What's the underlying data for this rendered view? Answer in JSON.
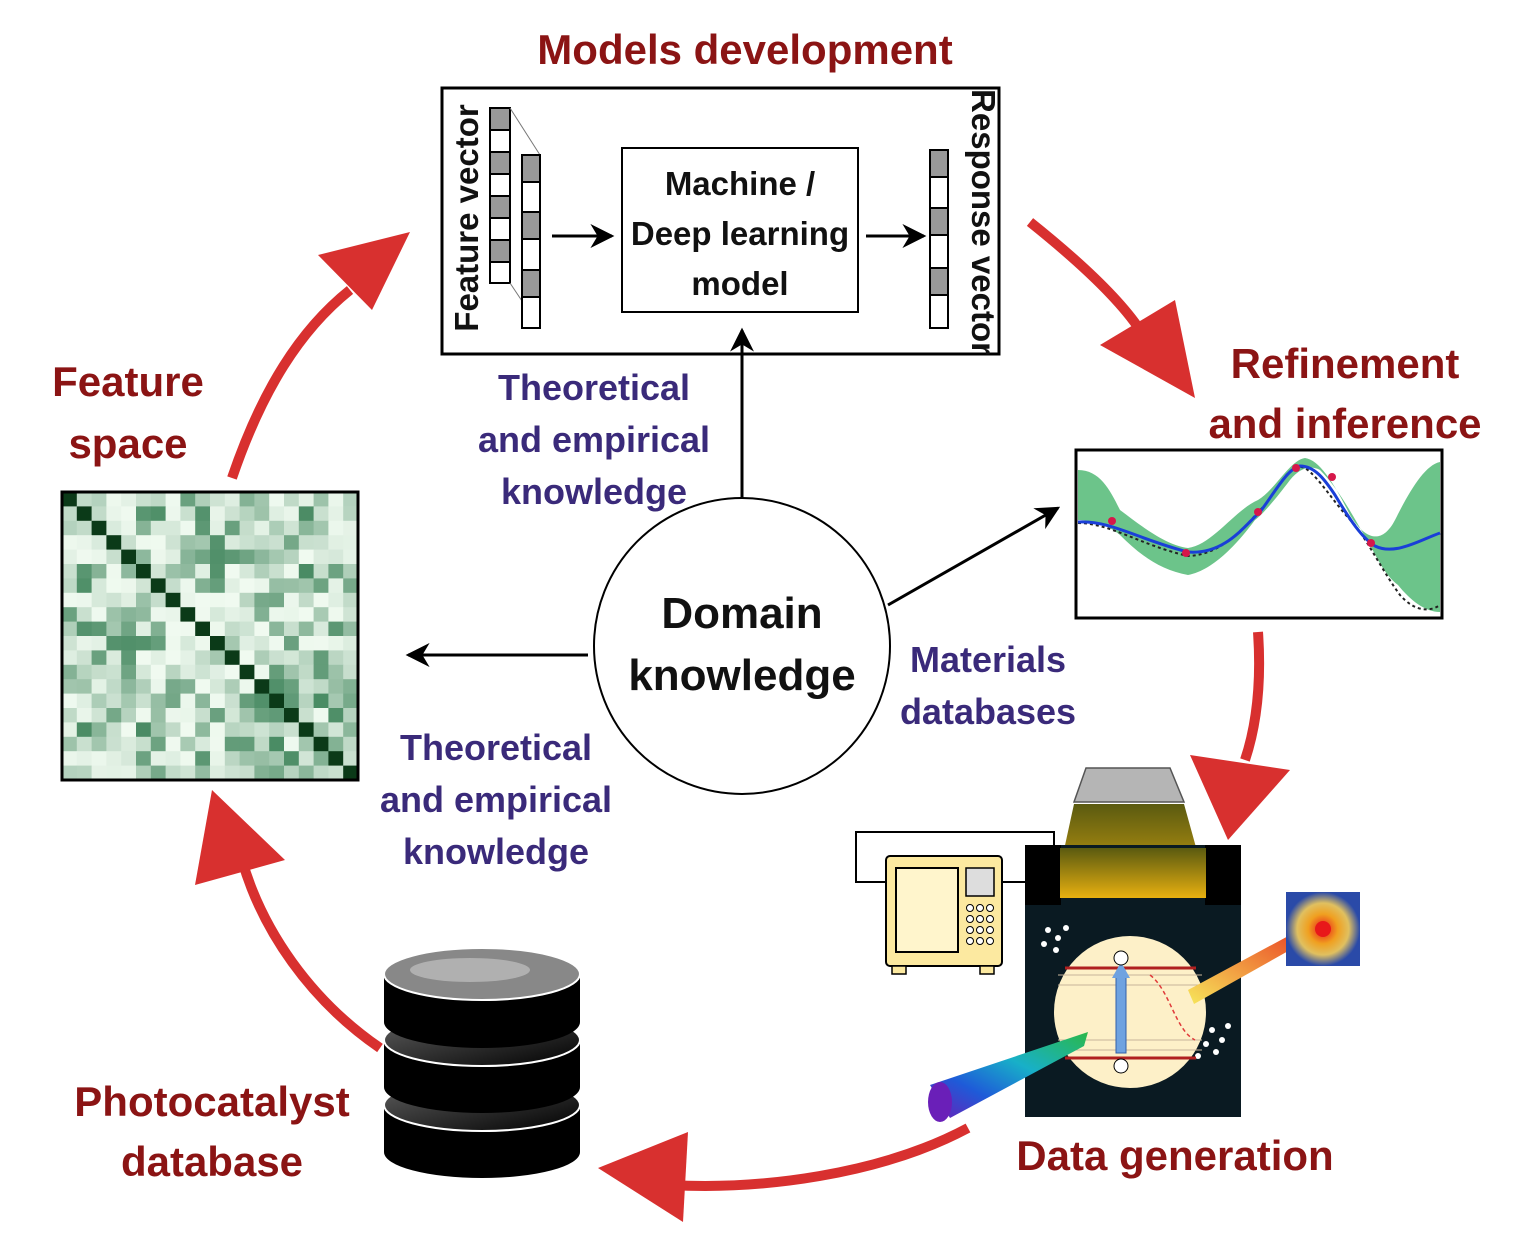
{
  "stages": {
    "models_development": "Models development",
    "refinement": [
      "Refinement",
      "and inference"
    ],
    "feature_space": [
      "Feature",
      "space"
    ],
    "photocatalyst_database": [
      "Photocatalyst",
      "database"
    ],
    "data_generation": "Data generation"
  },
  "center": [
    "Domain",
    "knowledge"
  ],
  "model_box": {
    "feature_vector": "Feature vector",
    "model": [
      "Machine /",
      "Deep learning",
      "model"
    ],
    "response_vector": "Response vector"
  },
  "knowledge_labels": {
    "top": [
      "Theoretical",
      "and empirical",
      "knowledge"
    ],
    "left": [
      "Theoretical",
      "and empirical",
      "knowledge"
    ],
    "right": [
      "Materials",
      "databases"
    ]
  },
  "colors": {
    "cycle_arrow": "#d8302f",
    "stage_title": "#8b1414",
    "knowledge_text": "#3a2a7a",
    "heatmap_base": "#1a9e50",
    "gp_band": "#6cc48a",
    "gp_mean": "#1a3fd8",
    "sample_point": "#d6174a"
  },
  "icons": {
    "heatmap": "correlation-matrix-icon",
    "gp_plot": "gaussian-process-plot-icon",
    "database": "database-cylinder-icon",
    "instrument": "photocatalysis-instrument-icon"
  }
}
